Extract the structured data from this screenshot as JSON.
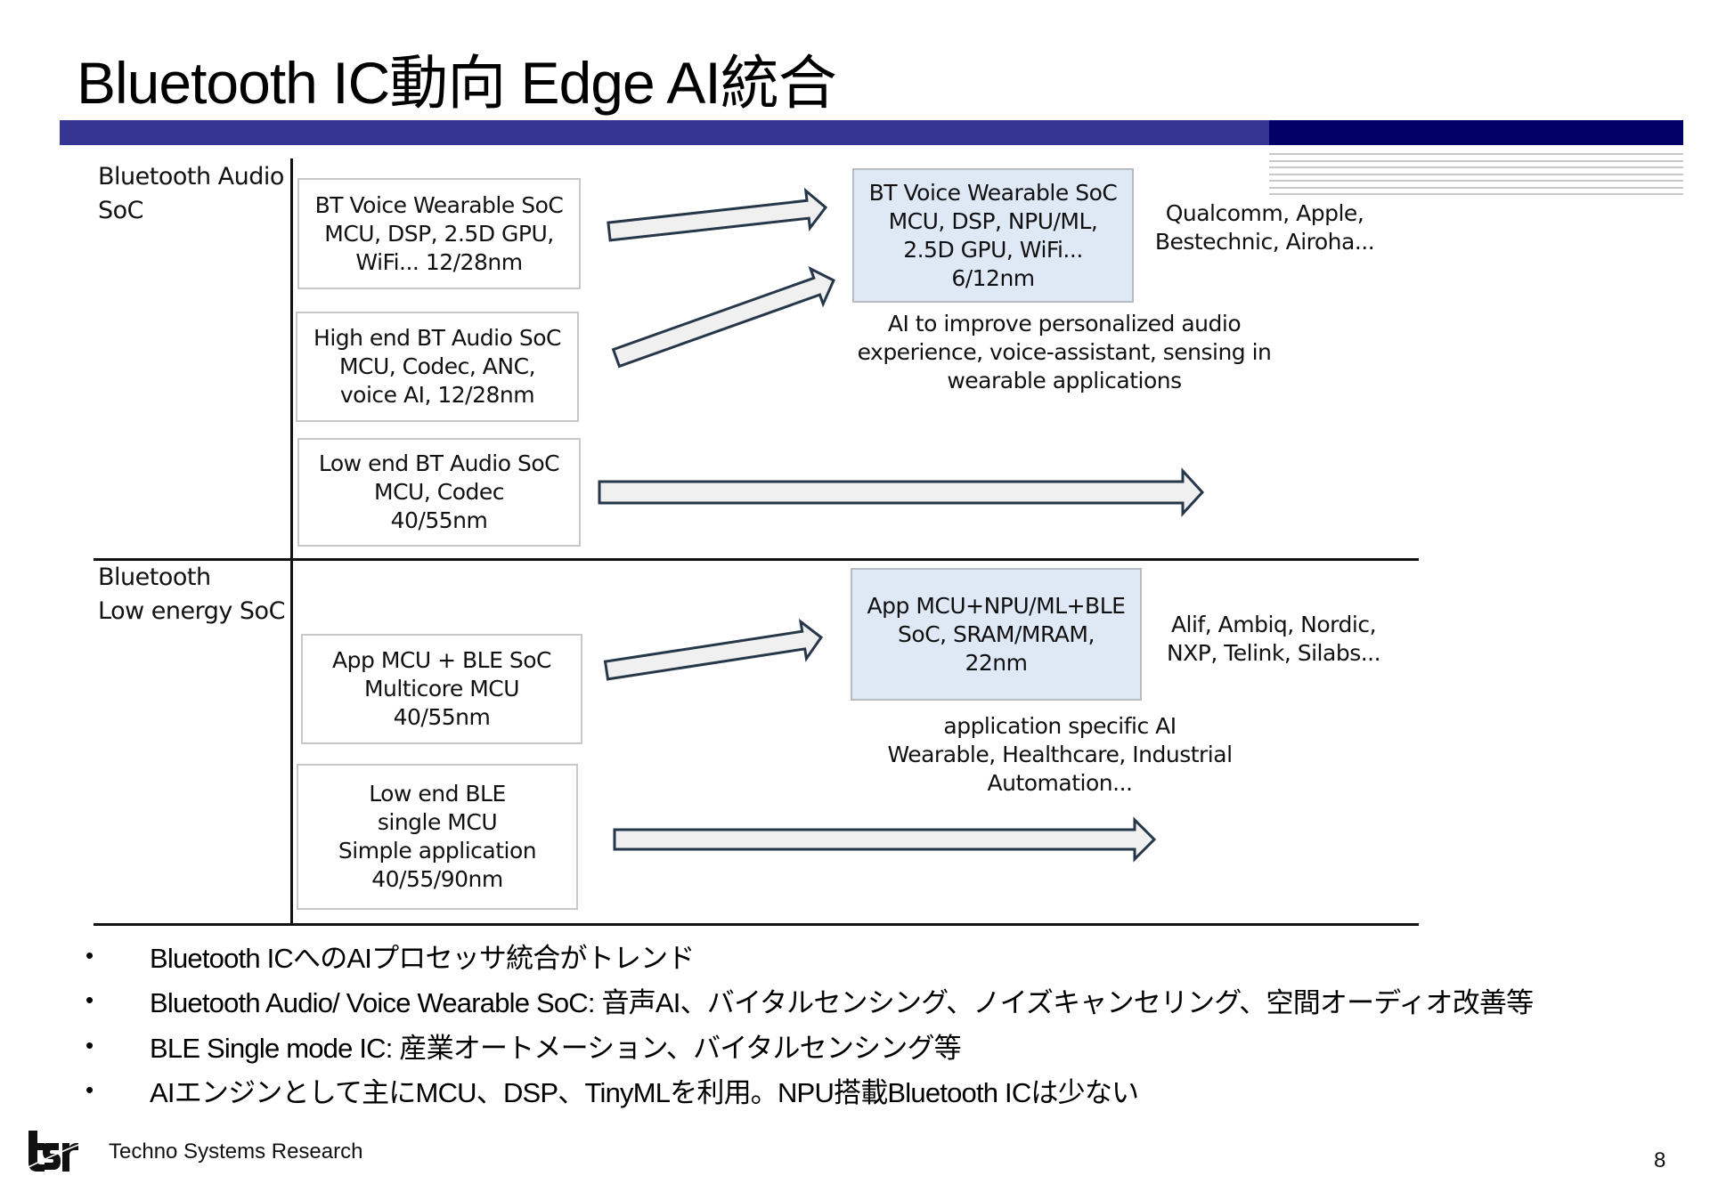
{
  "header": {
    "title": "Bluetooth IC動向 Edge AI統合",
    "colors": {
      "bar_primary": "#373593",
      "bar_accent": "#000066"
    }
  },
  "diagram": {
    "sections": [
      {
        "label_line1": "Bluetooth Audio",
        "label_line2": "SoC",
        "current_boxes": [
          {
            "lines": [
              "BT Voice Wearable SoC",
              "MCU, DSP, 2.5D GPU,",
              "WiFi... 12/28nm"
            ]
          },
          {
            "lines": [
              "High end BT Audio SoC",
              "MCU, Codec, ANC,",
              "voice AI, 12/28nm"
            ]
          },
          {
            "lines": [
              "Low end BT Audio SoC",
              "MCU, Codec",
              "40/55nm"
            ]
          }
        ],
        "future_box": {
          "lines": [
            "BT Voice Wearable SoC",
            "MCU, DSP, NPU/ML,",
            "2.5D GPU, WiFi...",
            "6/12nm"
          ]
        },
        "vendors": [
          "Qualcomm, Apple,",
          "Bestechnic, Airoha..."
        ],
        "note": [
          "AI to improve personalized audio",
          "experience, voice-assistant, sensing in",
          "wearable applications"
        ]
      },
      {
        "label_line1": "Bluetooth",
        "label_line2": "Low energy SoC",
        "current_boxes": [
          {
            "lines": [
              "App MCU + BLE SoC",
              "Multicore MCU",
              "40/55nm"
            ]
          },
          {
            "lines": [
              "Low end BLE",
              "single MCU",
              "Simple application",
              "40/55/90nm"
            ]
          }
        ],
        "future_box": {
          "lines": [
            "App MCU+NPU/ML+BLE",
            "SoC, SRAM/MRAM,",
            "22nm"
          ]
        },
        "vendors": [
          "Alif, Ambiq, Nordic,",
          "NXP, Telink, Silabs..."
        ],
        "note": [
          "application specific AI",
          "Wearable, Healthcare, Industrial",
          "Automation..."
        ]
      }
    ],
    "colors": {
      "highlight_box": "#dfe9f5",
      "arrow_fill": "#f0f0f0",
      "arrow_stroke": "#26374a"
    }
  },
  "bullets": [
    "Bluetooth ICへのAIプロセッサ統合がトレンド",
    "Bluetooth Audio/ Voice Wearable SoC: 音声AI、バイタルセンシング、ノイズキャンセリング、空間オーディオ改善等",
    "BLE Single mode IC: 産業オートメーション、バイタルセンシング等",
    "AIエンジンとして主にMCU、DSP、TinyMLを利用。NPU搭載Bluetooth ICは少ない"
  ],
  "bullet_symbol": "•",
  "footer": {
    "logo_icon": "tsr-logo-icon",
    "company": "Techno Systems Research",
    "page_number": "8"
  }
}
